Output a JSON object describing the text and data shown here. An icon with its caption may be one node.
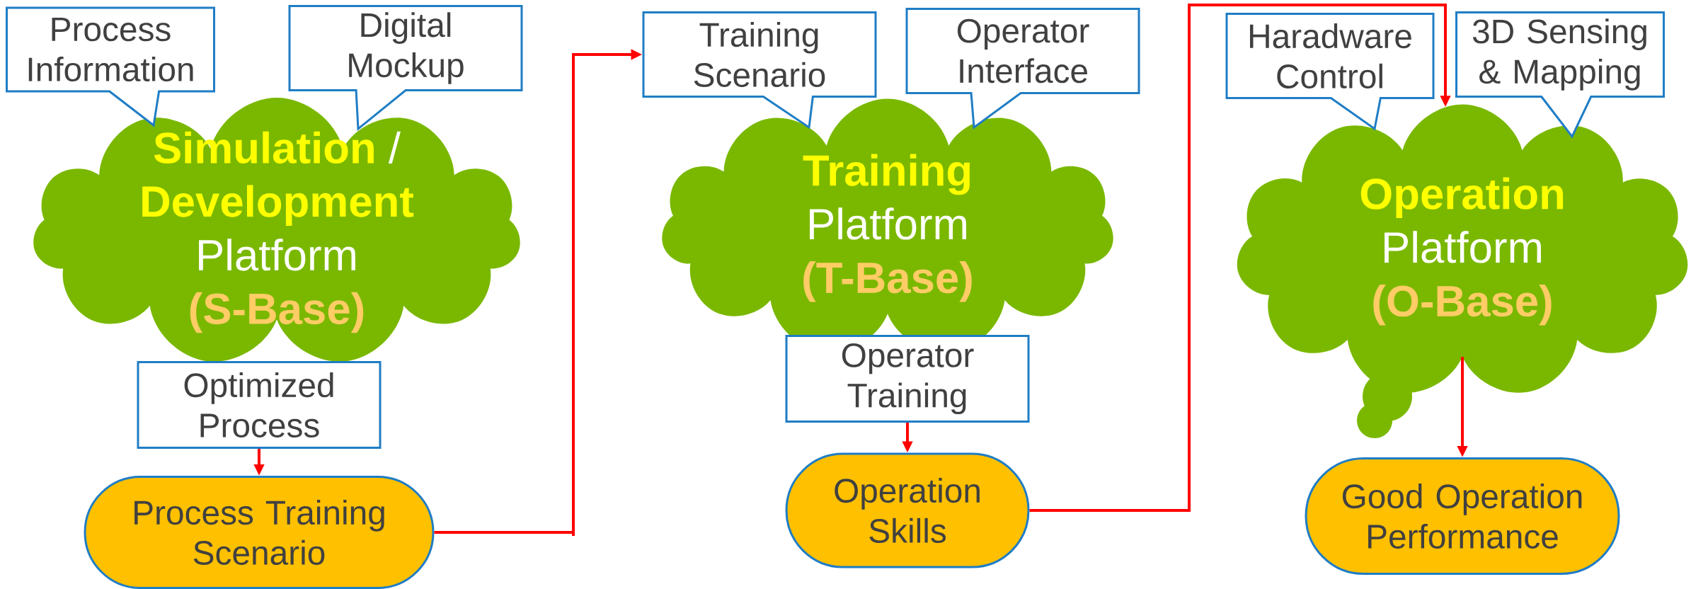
{
  "diagram": {
    "nodes": [
      {
        "text": [
          "Process Information"
        ]
      },
      {
        "text": [
          "Digital Mockup"
        ]
      },
      {
        "text": [
          "Simulation",
          "/",
          "Development",
          "Platform",
          "(S-Base)"
        ]
      },
      {
        "text": [
          "Optimized Process"
        ]
      },
      {
        "text": [
          "Process Training  Scenario"
        ]
      },
      {
        "text": [
          "Training Scenario"
        ]
      },
      {
        "text": [
          "Operator Interface"
        ]
      },
      {
        "text": [
          "Training",
          "Platform",
          "(T-Base)"
        ]
      },
      {
        "text": [
          "Operator Training"
        ]
      },
      {
        "text": [
          "Operation Skills"
        ]
      },
      {
        "text": [
          "Haradware Control"
        ]
      },
      {
        "text": [
          "3D Sensing & Mapping"
        ]
      },
      {
        "text": [
          "Operation",
          "Platform",
          "(O-Base)"
        ]
      },
      {
        "text": [
          "Good Operation Performance"
        ]
      }
    ],
    "edges": [
      {
        "from": 3,
        "to": 4,
        "arrow": "to"
      },
      {
        "from": 4,
        "to": 5,
        "arrow": "to"
      },
      {
        "from": 8,
        "to": 9,
        "arrow": "to"
      },
      {
        "from": 9,
        "to": 12,
        "arrow": "to"
      },
      {
        "from": 12,
        "to": 13,
        "arrow": "to"
      }
    ]
  }
}
